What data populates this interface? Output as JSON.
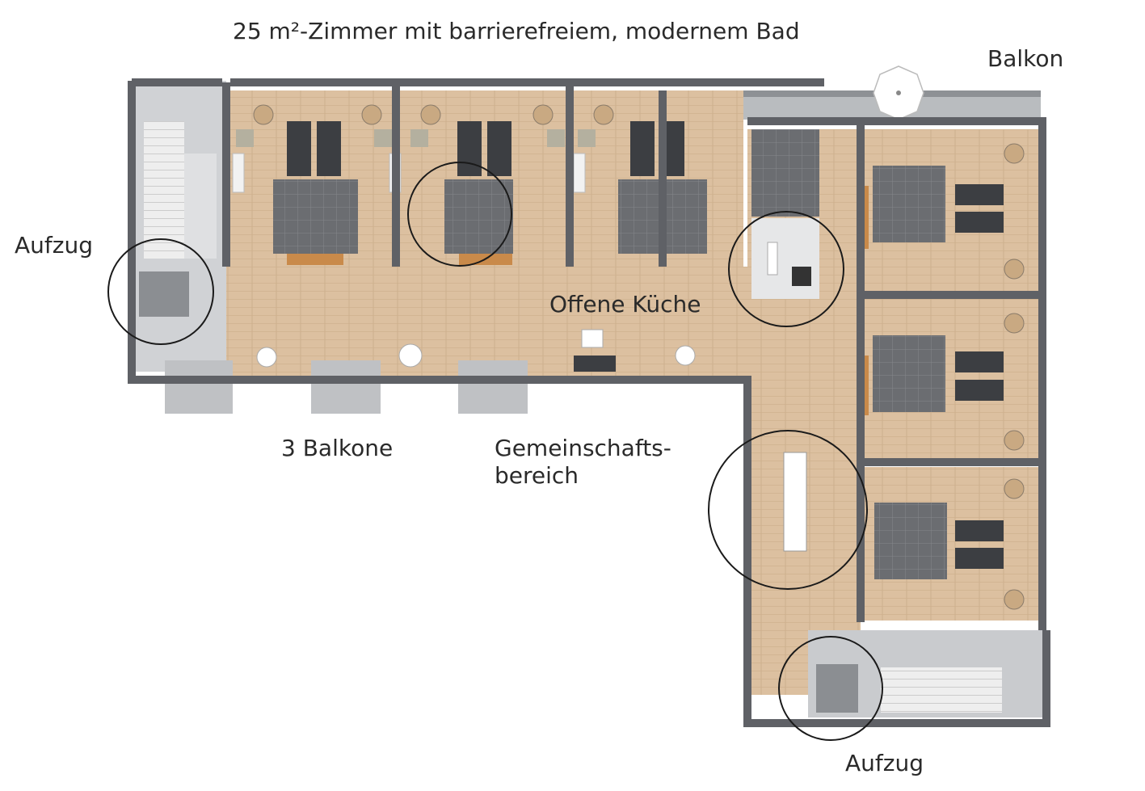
{
  "labels": {
    "title": "25 m²-Zimmer mit barrierefreiem, modernem Bad",
    "balkon": "Balkon",
    "aufzug_left": "Aufzug",
    "offene_kueche": "Offene Küche",
    "balkone": "3 Balkone",
    "gemeinschaft_line1": "Gemeinschafts-",
    "gemeinschaft_line2": "bereich",
    "aufzug_bottom": "Aufzug"
  },
  "colors": {
    "wall": "#5f6166",
    "floor_wood": "#d8bb99",
    "floor_wood_dark": "#c9a982",
    "bath_tile": "#6d6f73",
    "balcony_gray": "#bfc1c4",
    "bed": "#3c3e42",
    "label_text": "#2a2a2a",
    "circle_stroke": "#1a1a1a"
  }
}
